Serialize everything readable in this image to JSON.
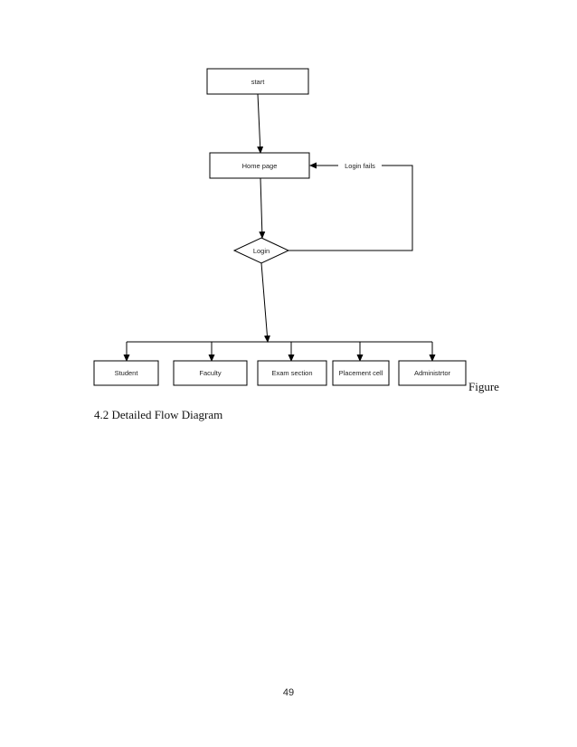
{
  "diagram": {
    "nodes": {
      "start": "start",
      "home_page": "Home page",
      "login": "Login",
      "student": "Student",
      "faculty": "Faculty",
      "exam_section": "Exam section",
      "placement_cell": "Placement cell",
      "administrator": "Administrtor"
    },
    "edge_labels": {
      "login_fails": "Login fails"
    }
  },
  "caption": {
    "line1": "Figure",
    "line2": "4.2 Detailed Flow Diagram"
  },
  "page_number": "49"
}
